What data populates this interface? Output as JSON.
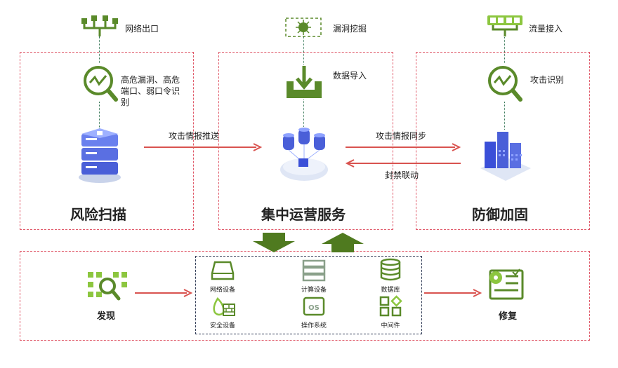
{
  "top_labels": {
    "network_exit": "网络出口",
    "vuln_mining": "漏洞挖掘",
    "traffic_access": "流量接入"
  },
  "risk_scan": {
    "identify": "高危漏洞、高危端口、弱口令识别",
    "title": "风险扫描"
  },
  "central": {
    "data_import": "数据导入",
    "title": "集中运营服务"
  },
  "defense": {
    "attack_identify": "攻击识别",
    "title": "防御加固"
  },
  "arrows": {
    "intel_push": "攻击情报推送",
    "intel_sync": "攻击情报同步",
    "block_link": "封禁联动"
  },
  "bottom": {
    "discover": "发现",
    "repair": "修复",
    "assets": [
      {
        "label": "网络设备",
        "icon": "network-device-icon"
      },
      {
        "label": "计算设备",
        "icon": "compute-device-icon"
      },
      {
        "label": "数据库",
        "icon": "database-icon"
      },
      {
        "label": "安全设备",
        "icon": "security-device-icon"
      },
      {
        "label": "操作系统",
        "icon": "os-icon"
      },
      {
        "label": "中间件",
        "icon": "middleware-icon"
      }
    ]
  },
  "colors": {
    "green": "#5a8a2a",
    "light_green": "#8cc63f",
    "red_dashed": "#e05a6a",
    "arrow_red": "#d9534f",
    "blue": "#3a4fd8"
  }
}
